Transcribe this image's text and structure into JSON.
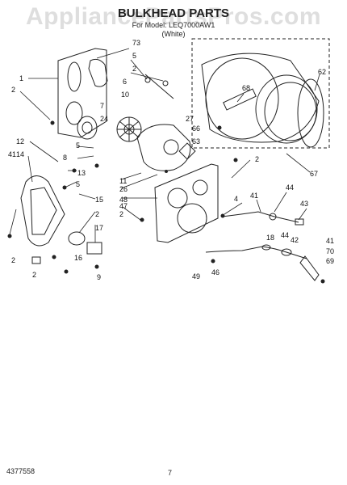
{
  "header": {
    "watermark": "AppliancePartsPros.com",
    "title": "BULKHEAD PARTS",
    "model_line": "For Model: LEQ7000AW1",
    "color_line": "(White)"
  },
  "footer": {
    "part_number": "4377558",
    "page_number": "7"
  },
  "callouts": [
    "1",
    "2",
    "73",
    "5",
    "2",
    "6",
    "10",
    "7",
    "24",
    "62",
    "68",
    "27",
    "66",
    "63",
    "2",
    "67",
    "12",
    "14",
    "5",
    "8",
    "13",
    "5",
    "15",
    "11",
    "26",
    "48",
    "4",
    "41",
    "44",
    "43",
    "2",
    "47",
    "2",
    "17",
    "18",
    "44",
    "42",
    "41",
    "70",
    "69",
    "2",
    "16",
    "2",
    "9",
    "49",
    "46",
    "41"
  ],
  "colors": {
    "line": "#222222",
    "watermark": "#d9d9d9",
    "background": "#ffffff"
  }
}
